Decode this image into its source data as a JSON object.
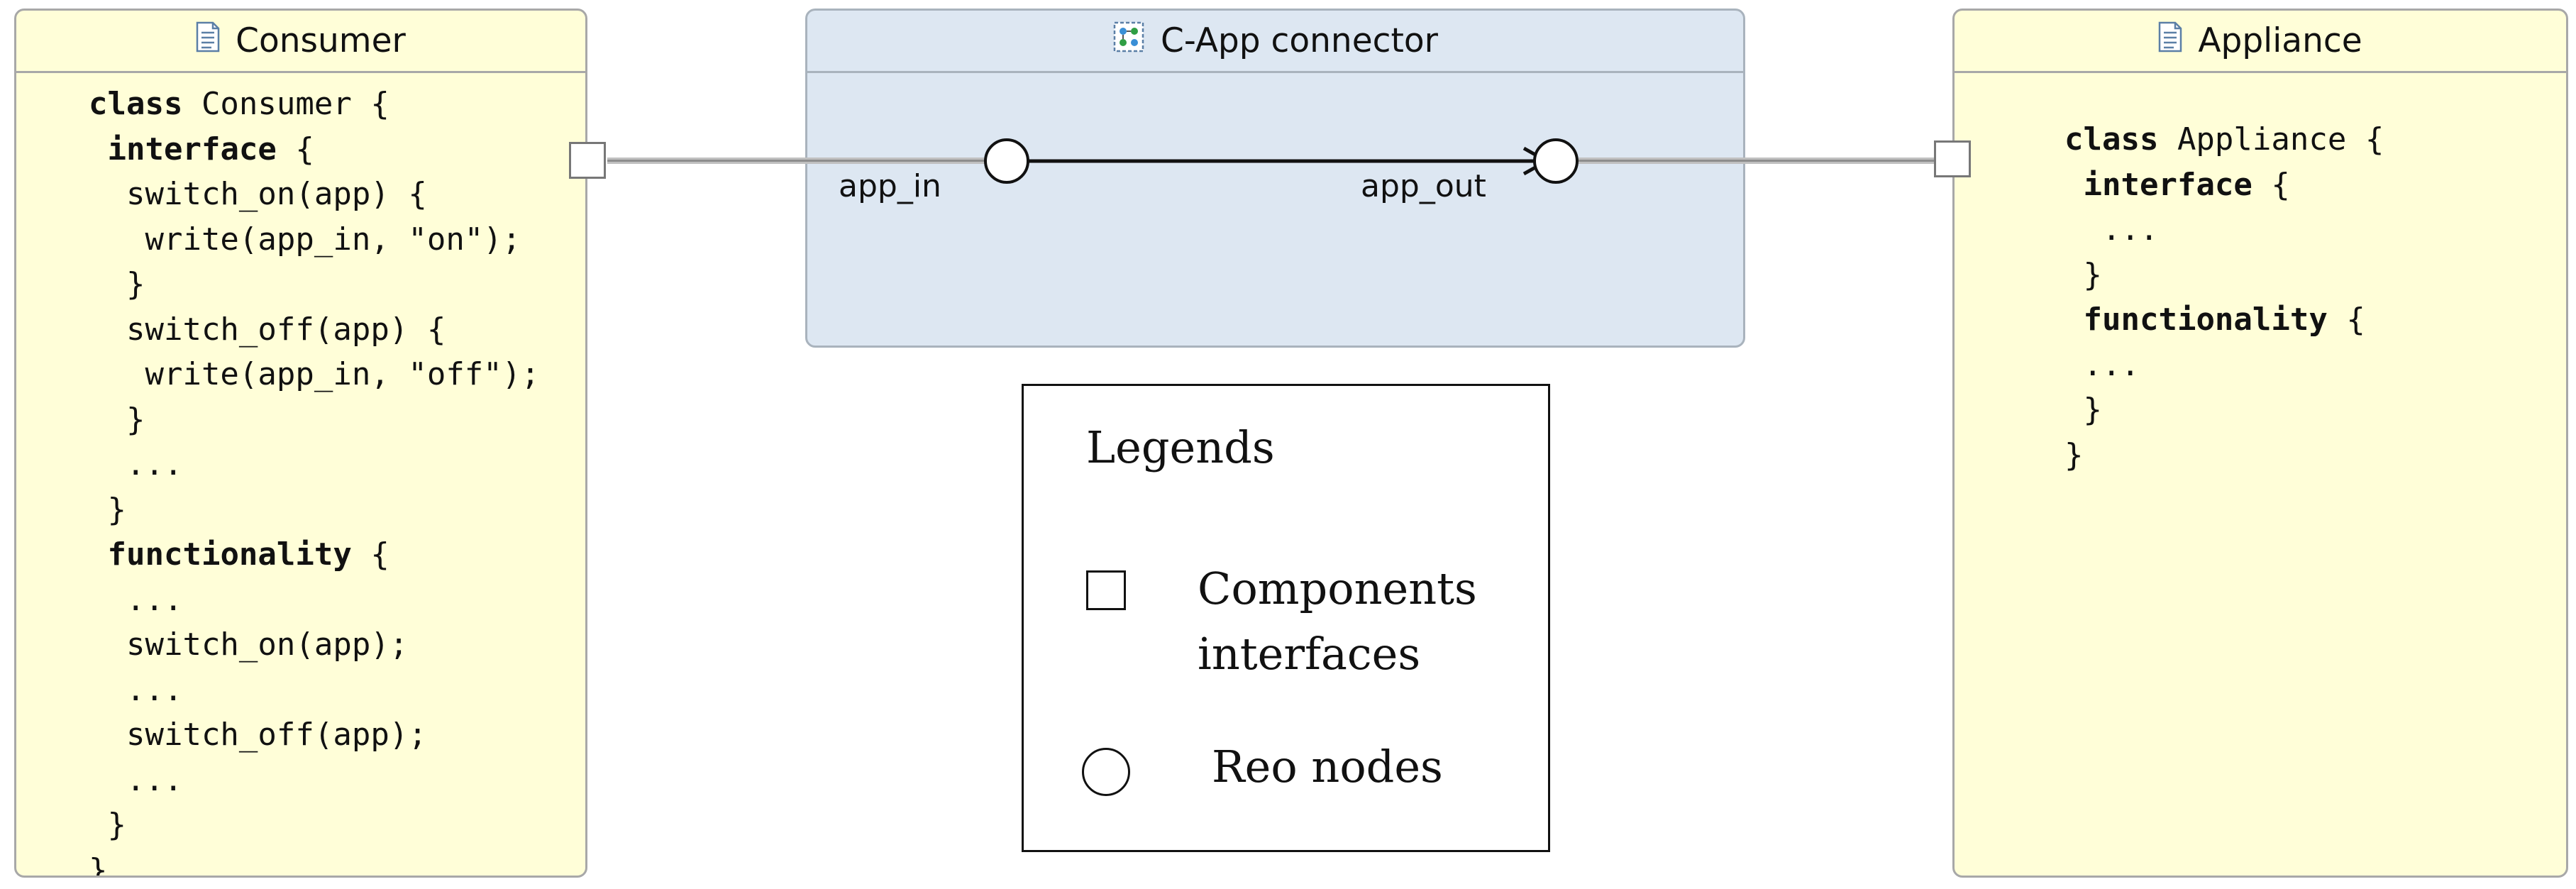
{
  "consumer": {
    "title": "Consumer",
    "icon": "document-icon",
    "lines": [
      [
        {
          "t": "class",
          "b": true
        },
        {
          "t": " Consumer {"
        }
      ],
      [
        {
          "t": " "
        },
        {
          "t": "interface",
          "b": true
        },
        {
          "t": " {"
        }
      ],
      [
        {
          "t": "  switch_on(app) {"
        }
      ],
      [
        {
          "t": "   write(app_in, \"on\");"
        }
      ],
      [
        {
          "t": "  }"
        }
      ],
      [
        {
          "t": "  switch_off(app) {"
        }
      ],
      [
        {
          "t": "   write(app_in, \"off\");"
        }
      ],
      [
        {
          "t": "  }"
        }
      ],
      [
        {
          "t": "  ..."
        }
      ],
      [
        {
          "t": " }"
        }
      ],
      [
        {
          "t": " "
        },
        {
          "t": "functionality",
          "b": true
        },
        {
          "t": " {"
        }
      ],
      [
        {
          "t": "  ..."
        }
      ],
      [
        {
          "t": "  switch_on(app);"
        }
      ],
      [
        {
          "t": "  ..."
        }
      ],
      [
        {
          "t": "  switch_off(app);"
        }
      ],
      [
        {
          "t": "  ..."
        }
      ],
      [
        {
          "t": " }"
        }
      ],
      [
        {
          "t": "}"
        }
      ]
    ]
  },
  "connector": {
    "title": "C-App connector",
    "icon": "connector-icon",
    "port_in": "app_in",
    "port_out": "app_out"
  },
  "appliance": {
    "title": "Appliance",
    "icon": "document-icon",
    "lines": [
      [
        {
          "t": "class",
          "b": true
        },
        {
          "t": " Appliance {"
        }
      ],
      [
        {
          "t": " "
        },
        {
          "t": "interface",
          "b": true
        },
        {
          "t": " {"
        }
      ],
      [
        {
          "t": "  ..."
        }
      ],
      [
        {
          "t": " }"
        }
      ],
      [
        {
          "t": " "
        },
        {
          "t": "functionality",
          "b": true
        },
        {
          "t": " {"
        }
      ],
      [
        {
          "t": " ..."
        }
      ],
      [
        {
          "t": " }"
        }
      ],
      [
        {
          "t": "}"
        }
      ]
    ]
  },
  "legend": {
    "title": "Legends",
    "interfaces_label": "Components interfaces",
    "nodes_label": "Reo nodes"
  }
}
